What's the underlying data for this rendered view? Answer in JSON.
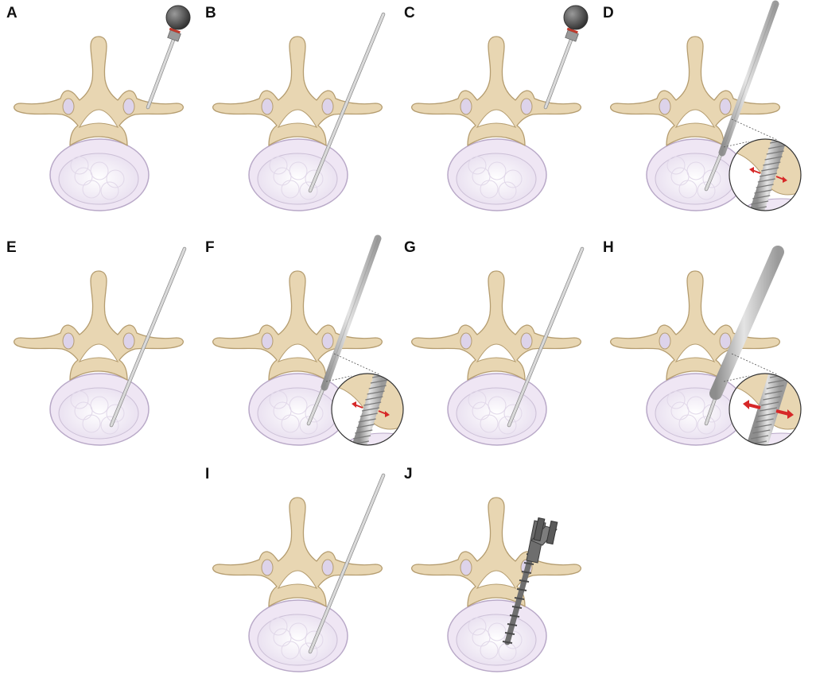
{
  "figure": {
    "panels": [
      {
        "label": "A",
        "tool": "bulb-needle",
        "inset": false
      },
      {
        "label": "B",
        "tool": "guidewire",
        "inset": false
      },
      {
        "label": "C",
        "tool": "bulb-needle",
        "inset": false
      },
      {
        "label": "D",
        "tool": "dilator",
        "inset": true,
        "arrows": "small"
      },
      {
        "label": "E",
        "tool": "guidewire",
        "inset": false
      },
      {
        "label": "F",
        "tool": "dilator",
        "inset": true,
        "arrows": "small"
      },
      {
        "label": "G",
        "tool": "guidewire",
        "inset": false
      },
      {
        "label": "H",
        "tool": "big-dilator",
        "inset": true,
        "arrows": "large"
      },
      {
        "label": "I",
        "tool": "guidewire",
        "inset": false
      },
      {
        "label": "J",
        "tool": "screw",
        "inset": false
      }
    ],
    "colors": {
      "bone": "#e8d6b2",
      "bone_outline": "#b59d70",
      "disc": "#efe6f4",
      "disc_outline": "#b9a9c8",
      "instrument": "#b9b9b9",
      "arrow": "#d62828",
      "bulb": "#555555"
    }
  }
}
